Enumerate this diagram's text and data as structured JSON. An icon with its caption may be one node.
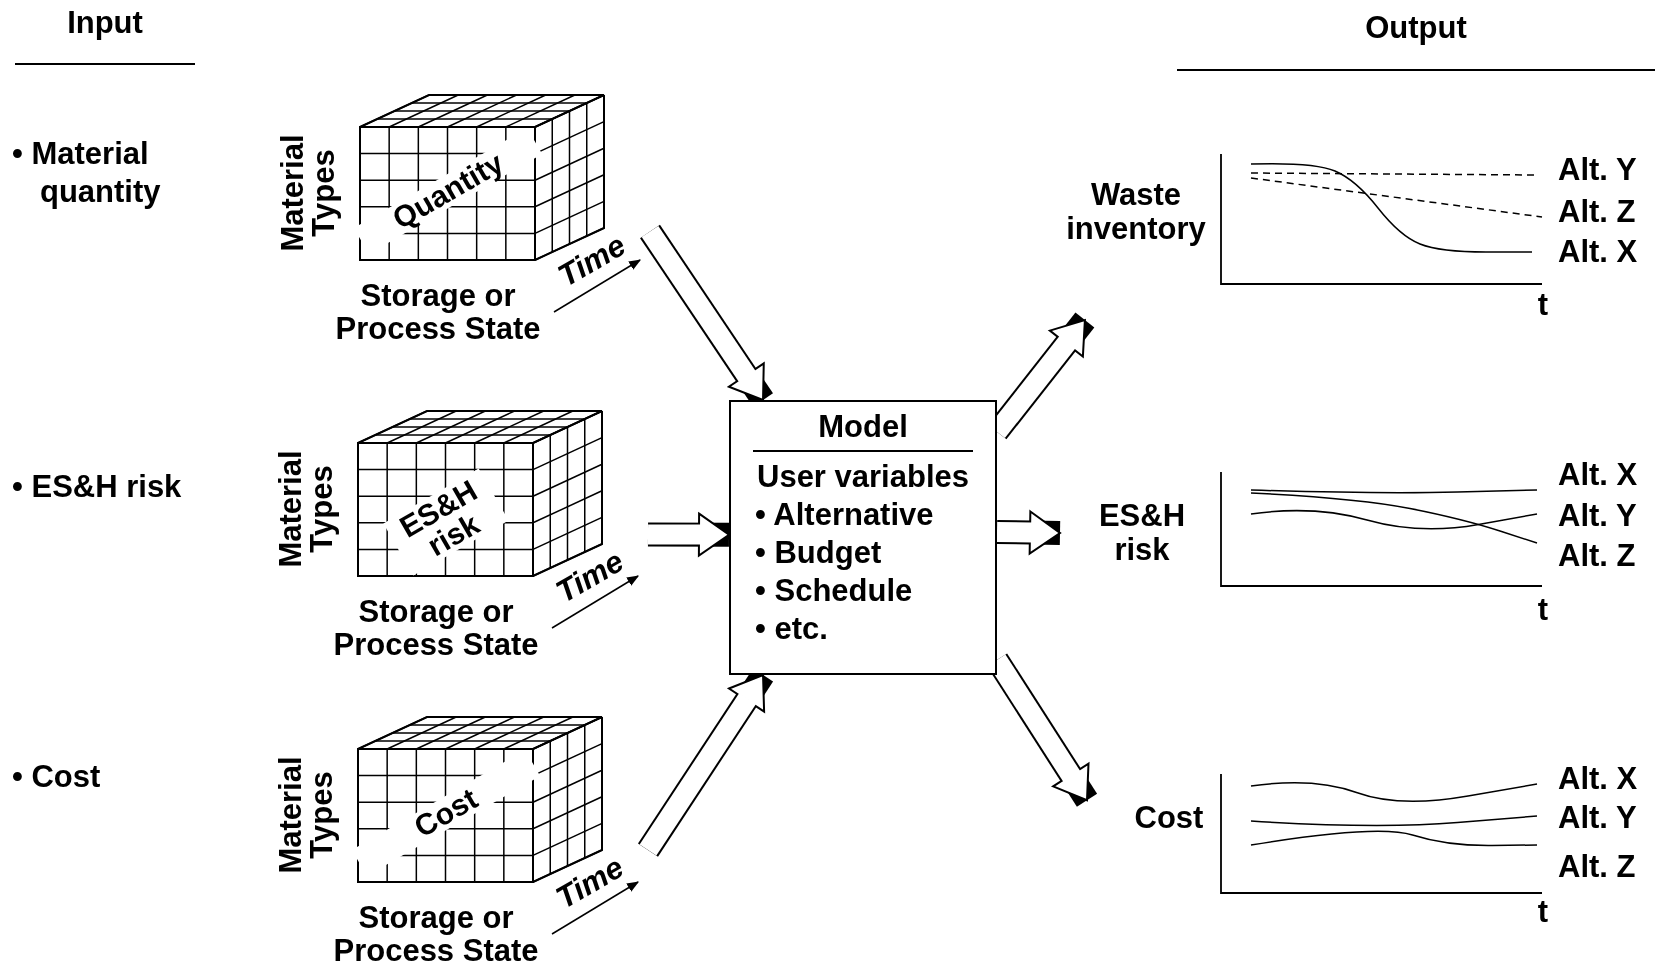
{
  "diagram": {
    "nodes": [
      {
        "text": [
          "Material Types",
          "Quantity",
          "Storage or Process State",
          "Time"
        ]
      },
      {
        "text": [
          "Material Types",
          "ES&H risk",
          "Storage or Process State",
          "Time"
        ]
      },
      {
        "text": [
          "Material Types",
          "Cost",
          "Storage or Process State",
          "Time"
        ]
      },
      {
        "text": [
          "Model",
          "User variables",
          "• Alternative",
          "• Budget",
          "• Schedule",
          "• etc."
        ]
      },
      {
        "text": [
          "Waste inventory",
          "Alt. Y",
          "Alt. Z",
          "Alt. X",
          "t"
        ]
      },
      {
        "text": [
          "ES&H risk",
          "Alt. X",
          "Alt. Y",
          "Alt. Z",
          "t"
        ]
      },
      {
        "text": [
          "Cost",
          "Alt. X",
          "Alt. Y",
          "Alt. Z",
          "t"
        ]
      }
    ],
    "edges": [
      {
        "from": 0,
        "to": 3,
        "arrow": "to"
      },
      {
        "from": 1,
        "to": 3,
        "arrow": "to"
      },
      {
        "from": 2,
        "to": 3,
        "arrow": "to"
      },
      {
        "from": 3,
        "to": 4,
        "arrow": "to"
      },
      {
        "from": 3,
        "to": 5,
        "arrow": "to"
      },
      {
        "from": 3,
        "to": 6,
        "arrow": "to"
      }
    ],
    "labels": [
      "Input",
      "Output",
      "• Material quantity",
      "• ES&H risk",
      "• Cost"
    ]
  }
}
